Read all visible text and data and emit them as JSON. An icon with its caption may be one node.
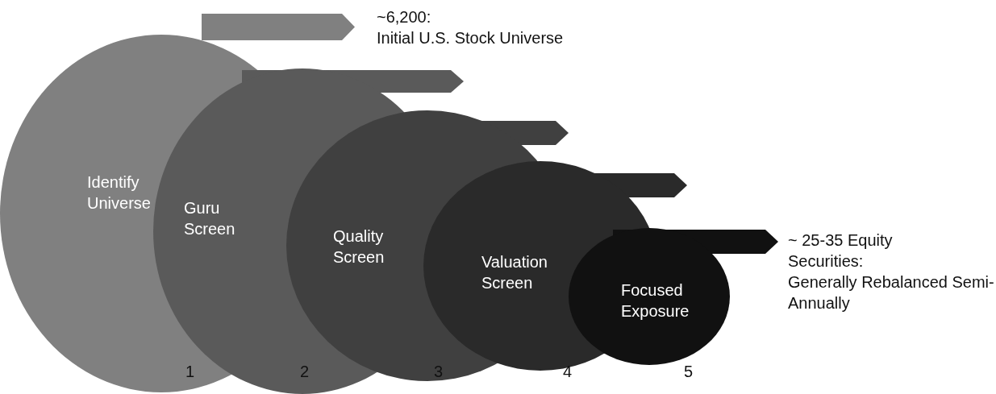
{
  "diagram": {
    "nodes": [
      {
        "text": [
          "Identify Universe",
          "1"
        ],
        "beside": [
          "~6,200:",
          "Initial U.S. Stock Universe"
        ]
      },
      {
        "text": [
          "Guru Screen",
          "2"
        ]
      },
      {
        "text": [
          "Quality Screen",
          "3"
        ]
      },
      {
        "text": [
          "Valuation Screen",
          "4"
        ]
      },
      {
        "text": [
          "Focused Exposure",
          "5"
        ],
        "beside": [
          "~ 25-35 Equity Securities:",
          "Generally Rebalanced Semi-Annually"
        ]
      }
    ],
    "edges": []
  }
}
